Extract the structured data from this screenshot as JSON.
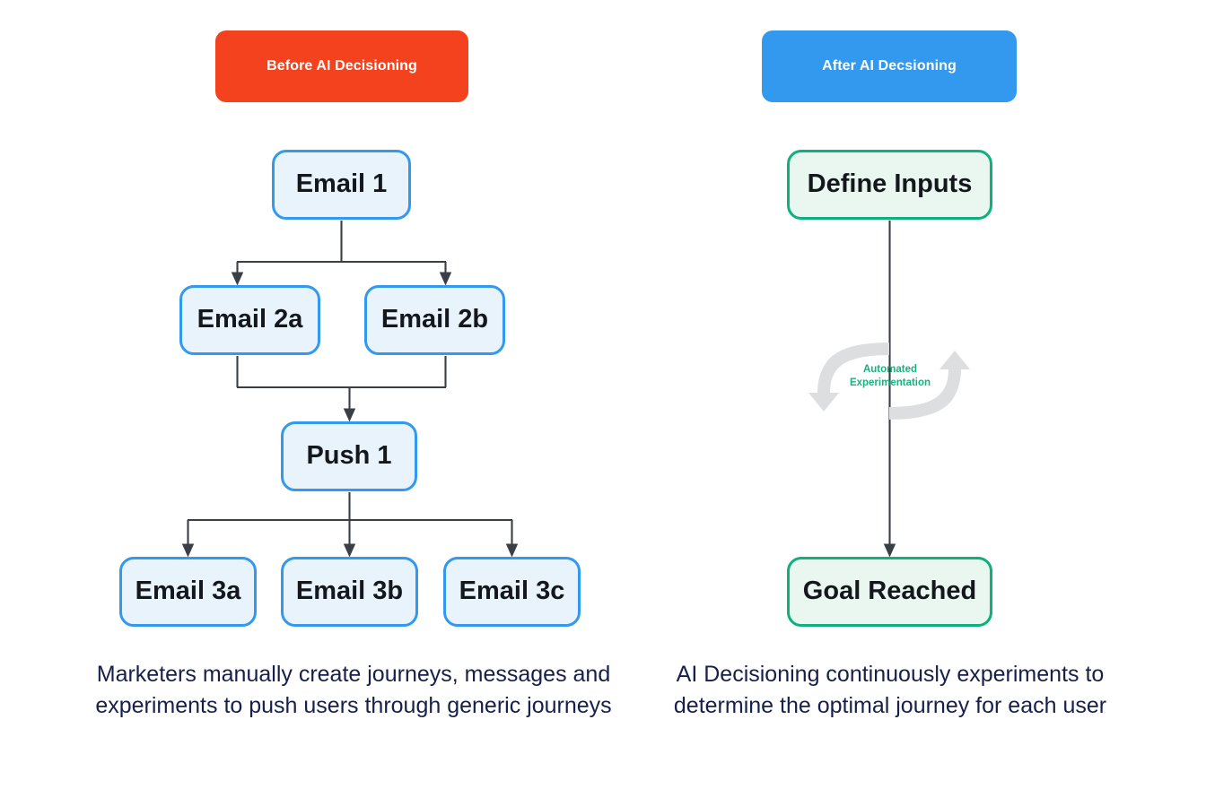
{
  "headers": {
    "before": {
      "label": "Before AI Decisioning",
      "color": "#F4421E"
    },
    "after": {
      "label": "After AI Decsioning",
      "color": "#3399EE"
    }
  },
  "left_flow": {
    "node_border_color": "#3399EE",
    "node_fill_color": "#E8F3FC",
    "nodes": [
      {
        "id": "email1",
        "label": "Email 1"
      },
      {
        "id": "email2a",
        "label": "Email 2a"
      },
      {
        "id": "email2b",
        "label": "Email 2b"
      },
      {
        "id": "push1",
        "label": "Push 1"
      },
      {
        "id": "email3a",
        "label": "Email 3a"
      },
      {
        "id": "email3b",
        "label": "Email 3b"
      },
      {
        "id": "email3c",
        "label": "Email 3c"
      }
    ],
    "caption": "Marketers manually create journeys, messages and experiments to push users through generic journeys"
  },
  "right_flow": {
    "node_border_color": "#10B07E",
    "node_fill_color": "#EAF7F1",
    "nodes": [
      {
        "id": "define",
        "label": "Define Inputs"
      },
      {
        "id": "goal",
        "label": "Goal Reached"
      }
    ],
    "loop_label": "Automated Experimentation",
    "loop_label_color": "#16B37F",
    "caption": "AI Decisioning continuously experiments to determine the optimal journey for each user"
  },
  "caption_color": "#16204A",
  "connector_color": "#3A3F46"
}
